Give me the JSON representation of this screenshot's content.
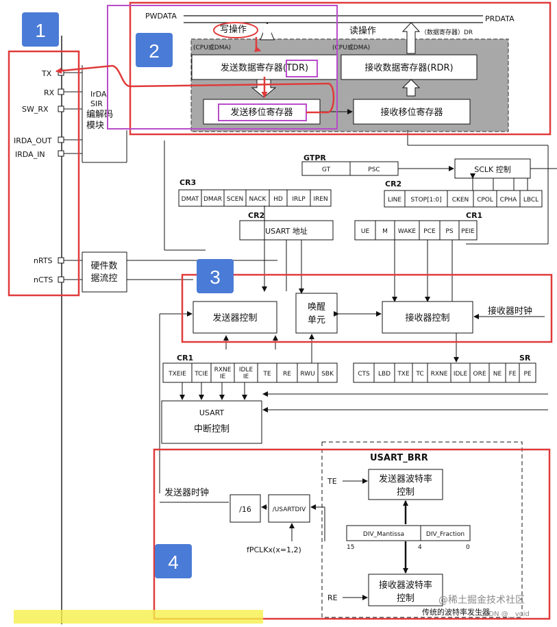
{
  "colors": {
    "marker_bg": "#4a7bd6",
    "red_frame": "#e03a3a",
    "purple_frame": "#b84bc9",
    "gray_region": "#a8a8a8",
    "highlight": "#f5f04a",
    "line": "#111111"
  },
  "markers": [
    "1",
    "2",
    "3",
    "4"
  ],
  "pins": {
    "tx": "TX",
    "rx": "RX",
    "sw_rx": "SW_RX",
    "irda_out": "IRDA_OUT",
    "irda_in": "IRDA_IN",
    "nrts": "nRTS",
    "ncts": "nCTS"
  },
  "irda": [
    "IrDA",
    "SIR",
    "编解码",
    "模块"
  ],
  "flow_ctrl": [
    "硬件数",
    "据流控"
  ],
  "data_path": {
    "pwdata": "PWDATA",
    "prdata": "PRDATA",
    "write_op": "写操作",
    "read_op": "读操作",
    "cpu_dma_left": "(CPU或DMA)",
    "cpu_dma_right": "(CPU或DMA)",
    "data_reg": "（数据寄存器）DR",
    "tdr": "发送数据寄存器(TDR)",
    "rdr": "接收数据寄存器(RDR)",
    "tx_shift": "发送移位寄存器",
    "rx_shift": "接收移位寄存器"
  },
  "gtpr": {
    "title": "GTPR",
    "fields": [
      "GT",
      "PSC"
    ]
  },
  "sclk": "SCLK 控制",
  "cr3": {
    "title": "CR3",
    "fields": [
      "DMAT",
      "DMAR",
      "SCEN",
      "NACK",
      "HD",
      "IRLP",
      "IREN"
    ]
  },
  "cr2_top": {
    "title": "CR2",
    "fields": [
      "LINE",
      "STOP[1:0]",
      "CKEN",
      "CPOL",
      "CPHA",
      "LBCL"
    ]
  },
  "cr2_addr": {
    "title": "CR2",
    "box": "USART 地址"
  },
  "cr1_top": {
    "title": "CR1",
    "fields": [
      "UE",
      "M",
      "WAKE",
      "PCE",
      "PS",
      "PEIE"
    ]
  },
  "control": {
    "tx_ctrl": "发送器控制",
    "wake": [
      "唤醒",
      "单元"
    ],
    "rx_ctrl": "接收器控制",
    "rx_clock": "接收器时钟"
  },
  "cr1_bottom": {
    "title": "CR1",
    "fields": [
      "TXEIE",
      "TCIE",
      "RXNE IE",
      "IDLE IE",
      "TE",
      "RE",
      "RWU",
      "SBK"
    ]
  },
  "sr": {
    "title": "SR",
    "fields": [
      "CTS",
      "LBD",
      "TXE",
      "TC",
      "RXNE",
      "IDLE",
      "ORE",
      "NE",
      "FE",
      "PE"
    ]
  },
  "interrupt": [
    "USART",
    "中断控制"
  ],
  "baud": {
    "title": "USART_BRR",
    "tx_clock": "发送器时钟",
    "div16": "/16",
    "usartdiv": "/USARTDIV",
    "pclk": "fPCLKx(x=1,2)",
    "te": "TE",
    "re": "RE",
    "tx_baud": [
      "发送器波特率",
      "控制"
    ],
    "rx_baud": [
      "接收器波特率",
      "控制"
    ],
    "mantissa": "DIV_Mantissa",
    "fraction": "DIV_Fraction",
    "bit15": "15",
    "bit4": "4",
    "bit0": "0",
    "legacy": "传统的波特率发生器"
  },
  "watermark": "@稀土掘金技术社区",
  "watermark_small": "CSDN @__void"
}
